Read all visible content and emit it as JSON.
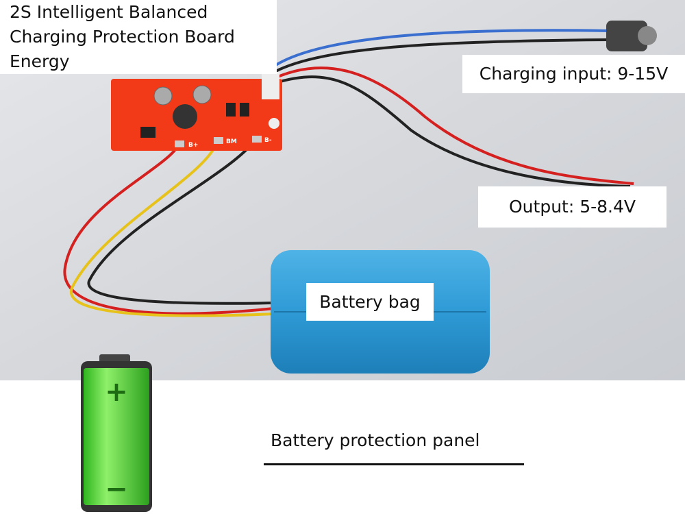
{
  "labels": {
    "title_lines": [
      "2S Intelligent Balanced",
      "Charging Protection Board",
      "Energy"
    ],
    "charging_input": "Charging input: 9-15V",
    "output": "Output: 5-8.4V",
    "battery_bag": "Battery bag",
    "protection_panel": "Battery protection panel"
  },
  "board": {
    "pads": [
      "B+",
      "BM",
      "B-"
    ]
  },
  "battery_icon": {
    "plus": "+",
    "minus": "−"
  },
  "colors": {
    "board": "#f23a18",
    "battery_pack": "#2f9fd8",
    "battery_icon": "#39d12a"
  }
}
